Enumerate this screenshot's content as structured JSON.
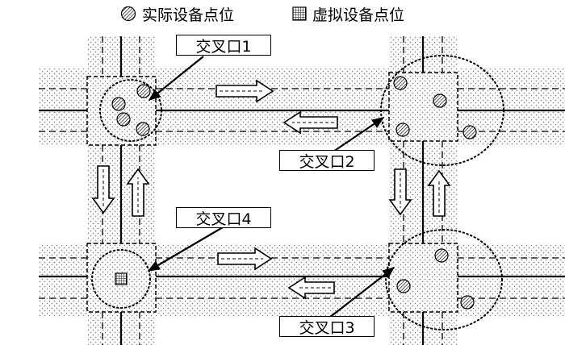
{
  "legend": {
    "actual_label": "实际设备点位",
    "virtual_label": "虚拟设备点位"
  },
  "intersections": [
    {
      "label": "交叉口1"
    },
    {
      "label": "交叉口2"
    },
    {
      "label": "交叉口3"
    },
    {
      "label": "交叉口4"
    }
  ],
  "colors": {
    "line": "#000000",
    "dot": "#9a9a9a",
    "background": "#ffffff"
  }
}
